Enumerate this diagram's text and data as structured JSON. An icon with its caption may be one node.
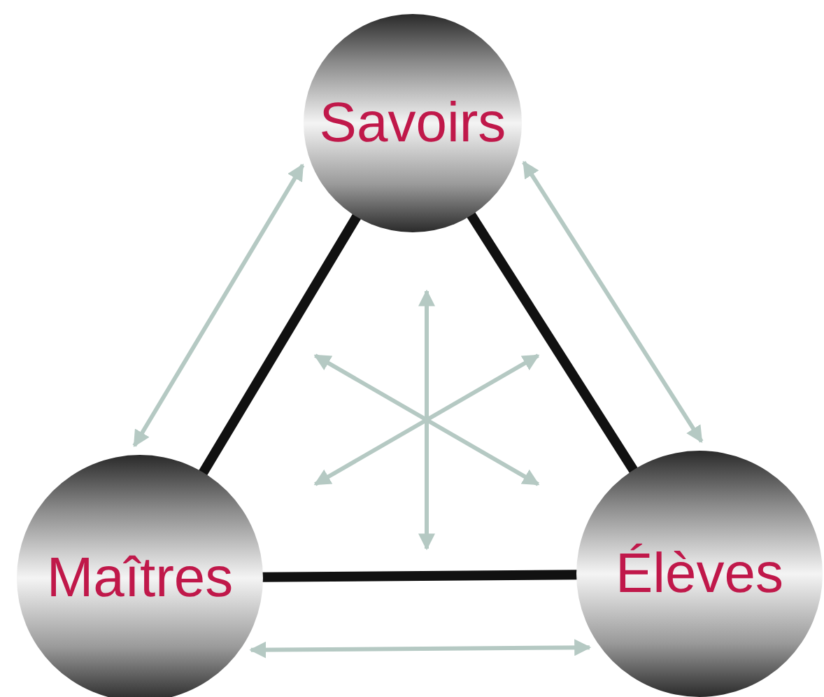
{
  "diagram": {
    "nodes": [
      {
        "text": [
          "Savoirs"
        ]
      },
      {
        "text": [
          "Maîtres"
        ]
      },
      {
        "text": [
          "Élèves"
        ]
      }
    ],
    "edges": [
      {
        "from": 0,
        "to": 1,
        "arrow": "none",
        "style": "thick",
        "color": "#111111"
      },
      {
        "from": 0,
        "to": 2,
        "arrow": "none",
        "style": "thick",
        "color": "#111111"
      },
      {
        "from": 1,
        "to": 2,
        "arrow": "none",
        "style": "thick",
        "color": "#111111"
      },
      {
        "from": 0,
        "to": 1,
        "arrow": "both",
        "color": "#b5c9c3"
      },
      {
        "from": 0,
        "to": 2,
        "arrow": "both",
        "color": "#b5c9c3"
      },
      {
        "from": 1,
        "to": 2,
        "arrow": "both",
        "color": "#b5c9c3"
      }
    ]
  }
}
